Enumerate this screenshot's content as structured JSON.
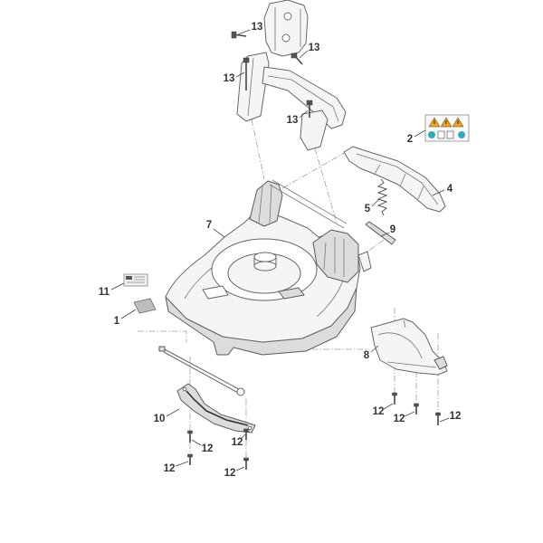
{
  "callouts": [
    {
      "label": "13"
    },
    {
      "label": "13"
    },
    {
      "label": "13"
    },
    {
      "label": "13"
    },
    {
      "label": "2"
    },
    {
      "label": "4"
    },
    {
      "label": "5"
    },
    {
      "label": "7"
    },
    {
      "label": "9"
    },
    {
      "label": "11"
    },
    {
      "label": "1"
    },
    {
      "label": "8"
    },
    {
      "label": "10"
    },
    {
      "label": "12"
    },
    {
      "label": "12"
    },
    {
      "label": "12"
    },
    {
      "label": "12"
    },
    {
      "label": "12"
    },
    {
      "label": "12"
    },
    {
      "label": "12"
    }
  ],
  "sticker_2": {
    "icons": [
      "warning-triangle-icon",
      "warning-triangle-icon",
      "warning-triangle-icon",
      "info-circle-icon",
      "manual-icon",
      "hand-icon",
      "info-circle-icon"
    ]
  },
  "colors": {
    "warning": "#f0a31c",
    "info": "#35a7c6"
  }
}
